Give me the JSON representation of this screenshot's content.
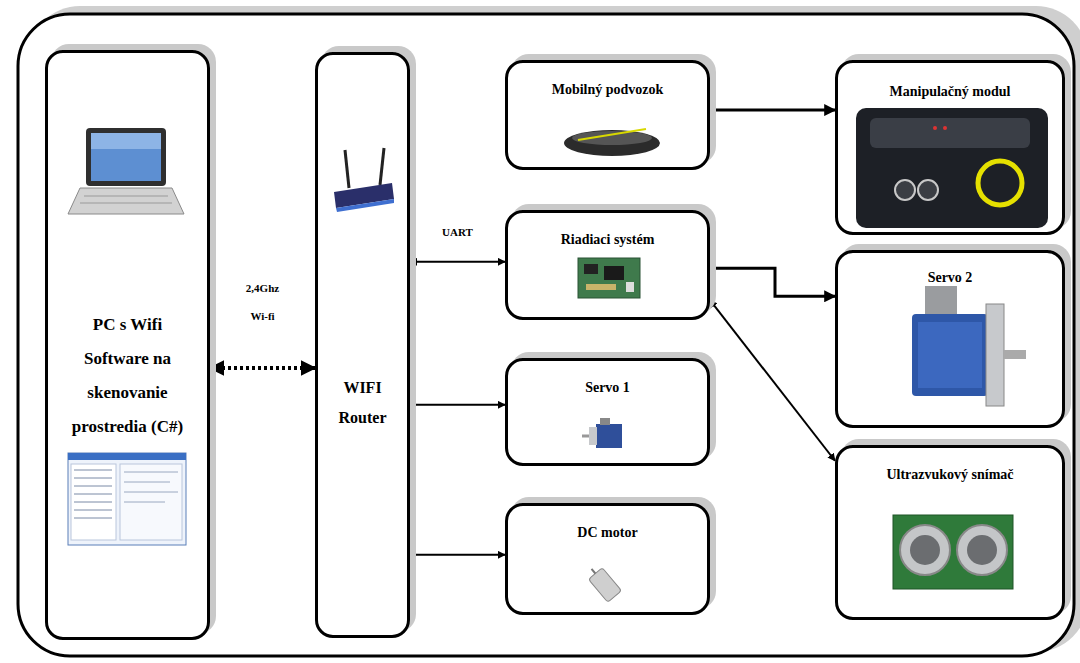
{
  "diagram": {
    "nodes": [
      {
        "text": [
          "PC s Wifi Software na skenovanie prostredia (C#)"
        ]
      },
      {
        "text": [
          "WIFI Router"
        ]
      },
      {
        "text": [
          "Mobilný podvozok"
        ]
      },
      {
        "text": [
          "Manipulačný modul"
        ]
      },
      {
        "text": [
          "Riadiaci systém"
        ]
      },
      {
        "text": [
          "Servo 2"
        ]
      },
      {
        "text": [
          "Servo 1"
        ]
      },
      {
        "text": [
          "Ultrazvukový snímač"
        ]
      },
      {
        "text": [
          "DC motor"
        ]
      }
    ],
    "edges": [
      {
        "from": 0,
        "to": 1,
        "arrow": "both",
        "label": "2,4Ghz Wi-fi"
      },
      {
        "from": 1,
        "to": 4,
        "arrow": "both",
        "label": "UART"
      },
      {
        "from": 1,
        "to": 6,
        "arrow": "to"
      },
      {
        "from": 1,
        "to": 8,
        "arrow": "to"
      },
      {
        "from": 2,
        "to": 3,
        "arrow": "to"
      },
      {
        "from": 4,
        "to": 5,
        "arrow": "to"
      },
      {
        "from": 4,
        "to": 7,
        "arrow": "both"
      }
    ]
  }
}
